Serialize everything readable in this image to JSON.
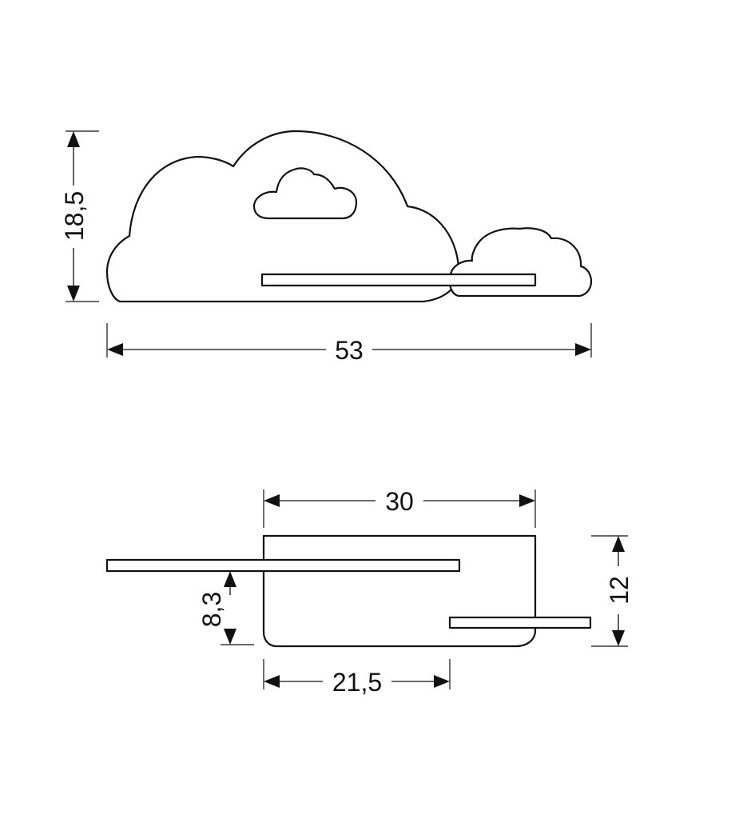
{
  "front_view": {
    "height_label": "18,5",
    "width_label": "53"
  },
  "top_view": {
    "width_label": "30",
    "depth_label": "12",
    "shelf_offset_label": "8,3",
    "base_width_label": "21,5"
  }
}
